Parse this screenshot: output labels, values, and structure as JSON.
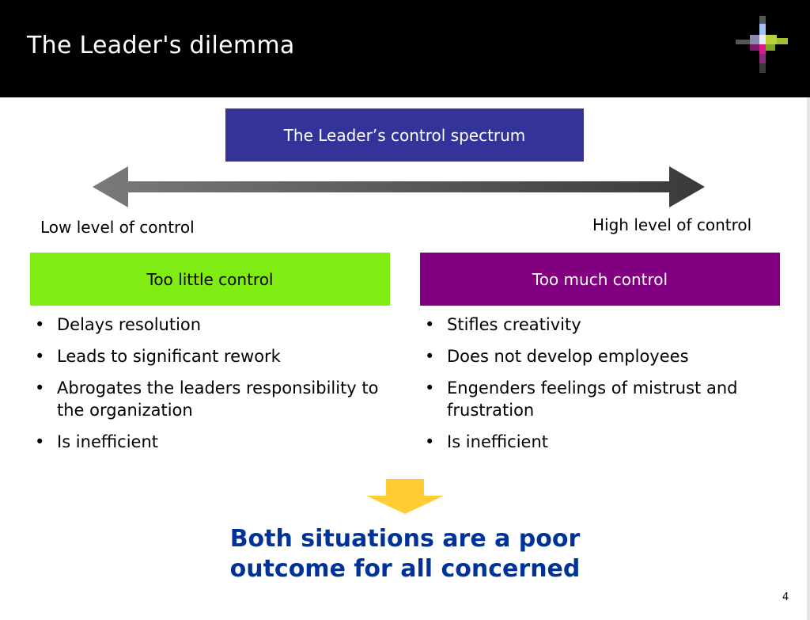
{
  "slide": {
    "title": "The Leader's dilemma",
    "page_number": "4"
  },
  "spectrum": {
    "title": "The Leader’s control spectrum",
    "low_label": "Low level of control",
    "high_label": "High level of control"
  },
  "columns": {
    "too_little": {
      "header": "Too little control",
      "color": "#7fed14",
      "bullets": [
        "Delays resolution",
        "Leads to significant rework",
        "Abrogates the leaders responsibility to the organization",
        "Is inefficient"
      ]
    },
    "too_much": {
      "header": "Too much control",
      "color": "#800080",
      "bullets": [
        "Stifles creativity",
        "Does not develop employees",
        "Engenders feelings of mistrust and frustration",
        "Is inefficient"
      ]
    }
  },
  "conclusion": {
    "line1": "Both situations are a poor",
    "line2": "outcome for all concerned"
  },
  "icons": {
    "spectrum_arrow": "double-headed-arrow-icon",
    "down_arrow": "down-arrow-icon",
    "logo": "logo-icon"
  },
  "colors": {
    "header_bg": "#000000",
    "spectrum_box": "#333399",
    "conclusion_text": "#003399",
    "down_arrow": "#ffcc33"
  }
}
